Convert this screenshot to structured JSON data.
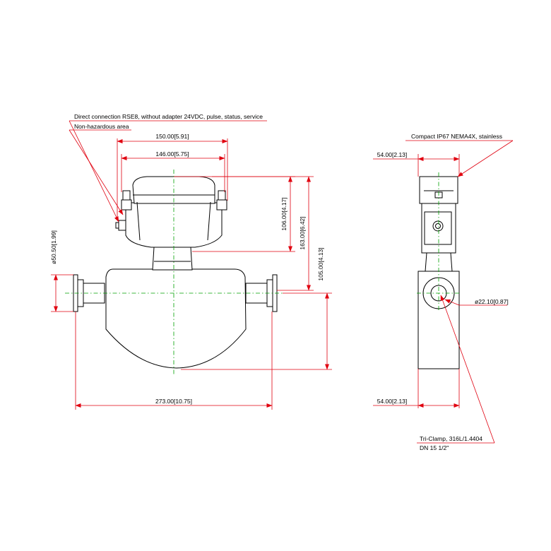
{
  "notes": {
    "connection": "Direct connection RSE8, without adapter 24VDC, pulse, status, service",
    "area": "Non-hazardous area",
    "housing": "Compact IP67 NEMA4X, stainless",
    "clamp_line1": "Tri-Clamp, 316L/1.4404",
    "clamp_line2": "DN 15 1/2\""
  },
  "dimensions": {
    "width_150": "150.00[5.91]",
    "width_146": "146.00[5.75]",
    "height_106": "106.00[4.17]",
    "height_163": "163.00[6.42]",
    "height_105": "105.00[4.13]",
    "dia_50": "ø50.50[1.99]",
    "length_273": "273.00[10.75]",
    "side_54_top": "54.00[2.13]",
    "side_54_bottom": "54.00[2.13]",
    "dia_22": "ø22.10[0.87]"
  },
  "colors": {
    "dimension": "#e0000f",
    "centerline": "#00a000",
    "outline": "#000000"
  }
}
